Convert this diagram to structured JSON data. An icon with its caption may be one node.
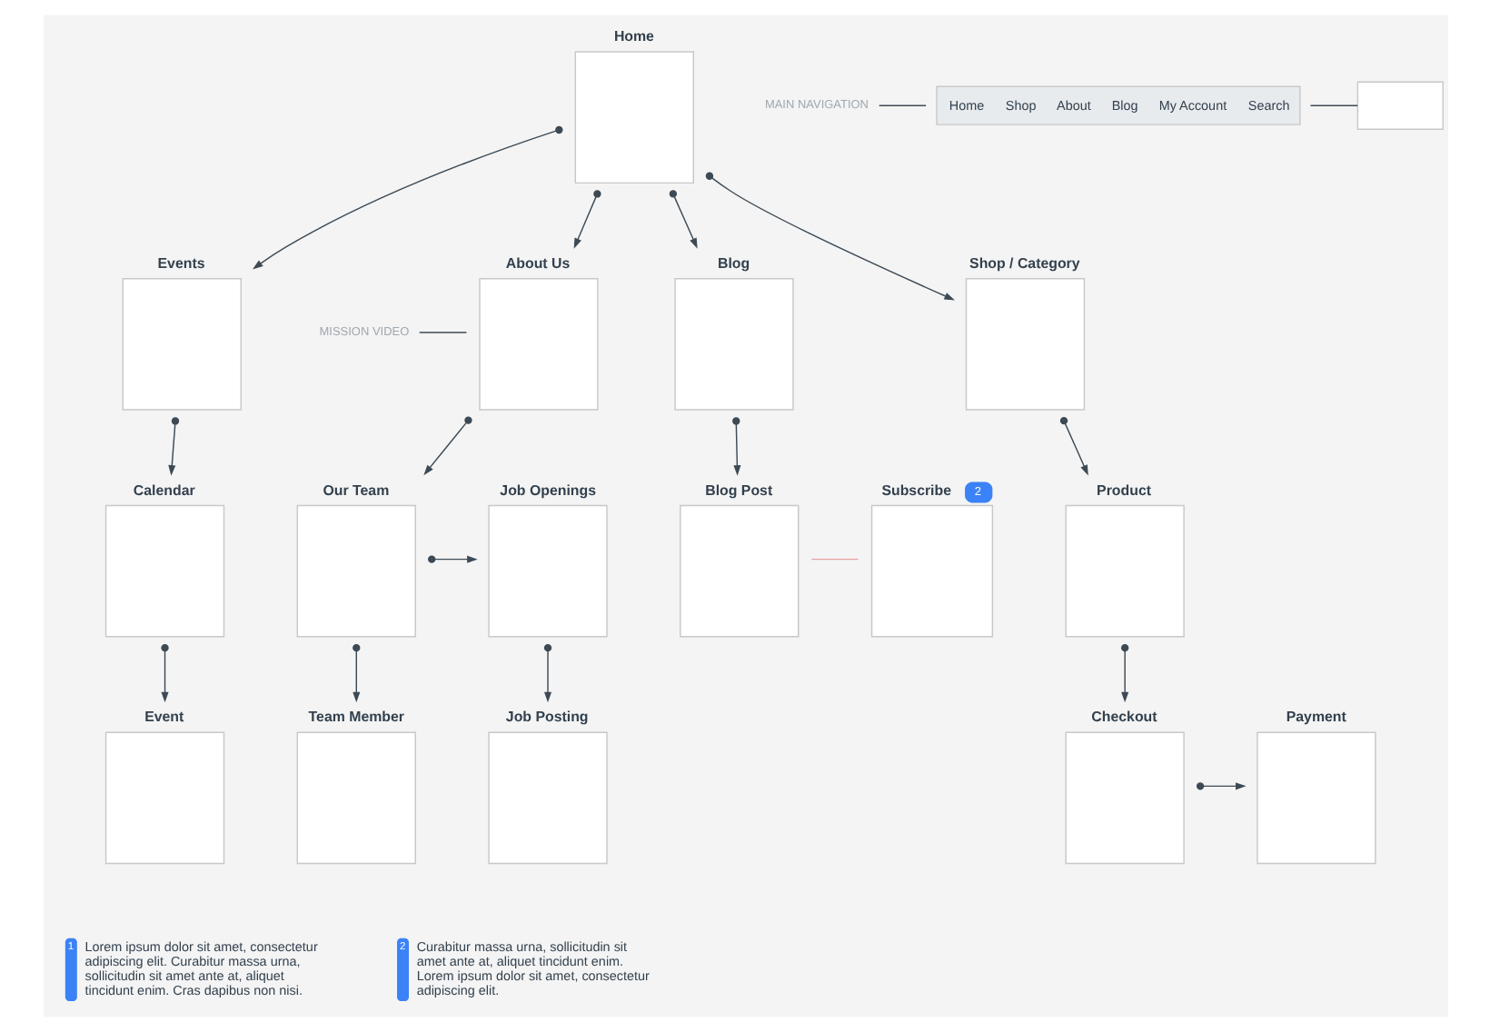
{
  "diagram": {
    "nodes": [
      {
        "text": [
          "Home"
        ]
      },
      {
        "text": [
          "MAIN NAVIGATION"
        ]
      },
      {
        "text": [
          "Home",
          "Shop",
          "About",
          "Blog",
          "My Account",
          "Search"
        ]
      },
      {
        "text": [],
        "shape": "box"
      },
      {
        "text": [
          "Events"
        ]
      },
      {
        "text": [
          "About Us"
        ]
      },
      {
        "text": [
          "MISSION VIDEO"
        ]
      },
      {
        "text": [
          "Blog"
        ]
      },
      {
        "text": [
          "Shop / Category"
        ]
      },
      {
        "text": [
          "Calendar"
        ]
      },
      {
        "text": [
          "Our Team"
        ]
      },
      {
        "text": [
          "Job Openings"
        ]
      },
      {
        "text": [
          "Blog Post"
        ]
      },
      {
        "text": [
          "Subscribe"
        ],
        "beside": [
          "2"
        ]
      },
      {
        "text": [
          "Product"
        ]
      },
      {
        "text": [
          "Event"
        ]
      },
      {
        "text": [
          "Team Member"
        ]
      },
      {
        "text": [
          "Job Posting"
        ]
      },
      {
        "text": [
          "Checkout"
        ]
      },
      {
        "text": [
          "Payment"
        ]
      }
    ],
    "edges": [
      {
        "from": 1,
        "to": 2,
        "arrow": "none"
      },
      {
        "from": 2,
        "to": 3,
        "arrow": "none"
      },
      {
        "from": 0,
        "to": 4,
        "arrow": "to"
      },
      {
        "from": 0,
        "to": 5,
        "arrow": "to"
      },
      {
        "from": 0,
        "to": 7,
        "arrow": "to"
      },
      {
        "from": 0,
        "to": 8,
        "arrow": "to"
      },
      {
        "from": 6,
        "to": 5,
        "arrow": "none"
      },
      {
        "from": 4,
        "to": 9,
        "arrow": "to"
      },
      {
        "from": 5,
        "to": 10,
        "arrow": "to"
      },
      {
        "from": 10,
        "to": 11,
        "arrow": "to"
      },
      {
        "from": 7,
        "to": 12,
        "arrow": "to"
      },
      {
        "from": 12,
        "to": 13,
        "arrow": "none",
        "color": "#e8a0a0"
      },
      {
        "from": 8,
        "to": 14,
        "arrow": "to"
      },
      {
        "from": 9,
        "to": 15,
        "arrow": "to"
      },
      {
        "from": 10,
        "to": 16,
        "arrow": "to"
      },
      {
        "from": 11,
        "to": 17,
        "arrow": "to"
      },
      {
        "from": 14,
        "to": 18,
        "arrow": "to"
      },
      {
        "from": 18,
        "to": 19,
        "arrow": "to"
      }
    ],
    "labels": [
      "1",
      "Lorem ipsum dolor sit amet, consectetur adipiscing elit. Curabitur massa urna, sollicitudin sit amet ante at, aliquet tincidunt enim. Cras dapibus non nisi.",
      "2",
      "Curabitur massa urna, sollicitudin sit amet ante at, aliquet tincidunt enim. Lorem ipsum dolor sit amet, consectetur adipiscing elit."
    ]
  }
}
